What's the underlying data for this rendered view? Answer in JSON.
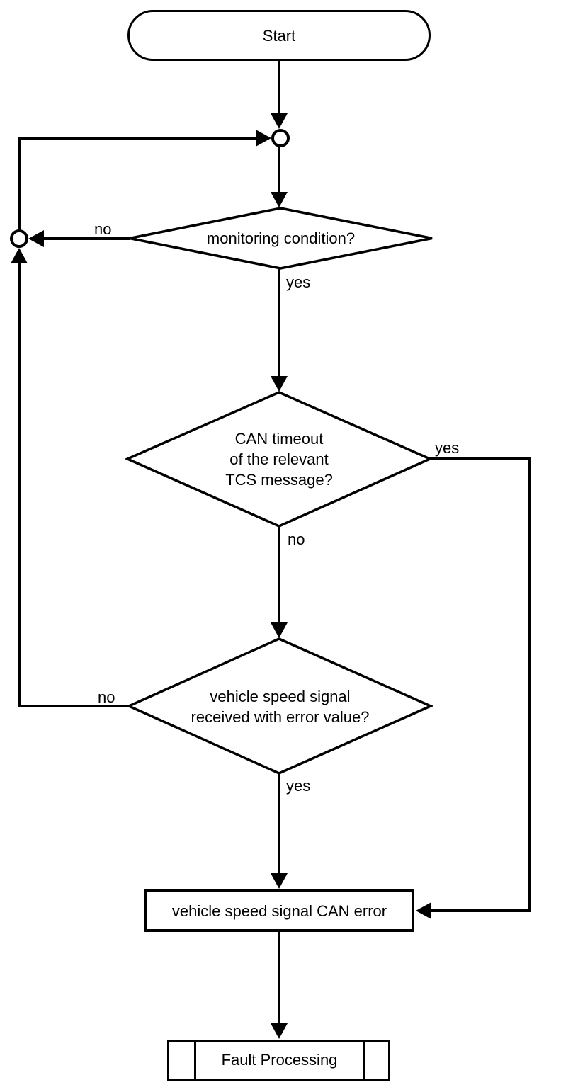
{
  "diagram": {
    "type": "flowchart",
    "colors": {
      "stroke": "#000000",
      "background": "#ffffff",
      "shape_fill": "#ffffff"
    },
    "nodes": {
      "start": {
        "type": "terminator",
        "label": "Start"
      },
      "junction_top": {
        "type": "connector-circle",
        "label": ""
      },
      "junction_left": {
        "type": "connector-circle",
        "label": ""
      },
      "monitoring_condition": {
        "type": "decision",
        "label": "monitoring condition?"
      },
      "can_timeout": {
        "type": "decision",
        "lines": [
          "CAN timeout",
          "of the relevant",
          "TCS message?"
        ]
      },
      "speed_error_value": {
        "type": "decision",
        "lines": [
          "vehicle speed signal",
          "received with error value?"
        ]
      },
      "can_error": {
        "type": "process",
        "label": "vehicle speed signal CAN error"
      },
      "fault_processing": {
        "type": "predefined-process",
        "label": "Fault Processing"
      }
    },
    "edge_labels": {
      "monitoring_no": "no",
      "monitoring_yes": "yes",
      "can_timeout_yes": "yes",
      "can_timeout_no": "no",
      "speed_error_no": "no",
      "speed_error_yes": "yes"
    }
  }
}
